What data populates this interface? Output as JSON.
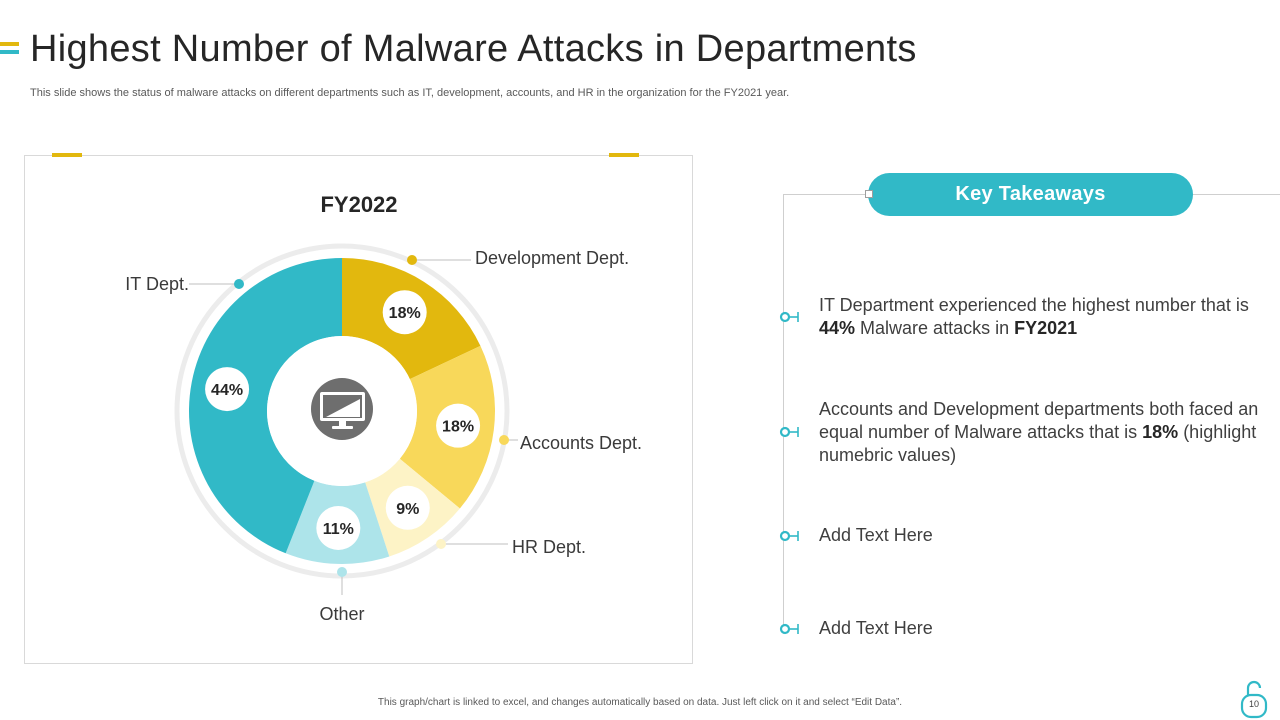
{
  "slide": {
    "title": "Highest Number of Malware Attacks in Departments",
    "subtitle": "This slide shows the status of malware attacks on different departments such as IT, development, accounts, and HR in the organization for the FY2021 year.",
    "footer_note": "This graph/chart is linked to excel, and changes automatically based on data. Just left click on it and select “Edit Data”.",
    "page_number": "10"
  },
  "colors": {
    "teal": "#31b9c7",
    "dark_yellow": "#e2b80e",
    "yellow": "#f8d85a",
    "light_yellow": "#fdf3c6",
    "light_teal": "#ade4ea",
    "gray_icon": "#6e6e6e"
  },
  "icons": {
    "center": "monitor-icon",
    "page": "lock-icon",
    "bullet": "timeline-node-icon"
  },
  "chart_data": {
    "type": "pie",
    "variant": "donut",
    "title": "FY2022",
    "start_angle_deg": 0,
    "direction": "clockwise",
    "slices": [
      {
        "label": "Development Dept.",
        "value": 18,
        "value_label": "18%",
        "color": "#e2b80e"
      },
      {
        "label": "Accounts Dept.",
        "value": 18,
        "value_label": "18%",
        "color": "#f8d85a"
      },
      {
        "label": "HR Dept.",
        "value": 9,
        "value_label": "9%",
        "color": "#fdf3c6"
      },
      {
        "label": "Other",
        "value": 11,
        "value_label": "11%",
        "color": "#ade4ea"
      },
      {
        "label": "IT Dept.",
        "value": 44,
        "value_label": "44%",
        "color": "#31b9c7"
      }
    ]
  },
  "takeaways": {
    "header": "Key Takeaways",
    "items": [
      {
        "parts": [
          {
            "text": "IT Department experienced the highest number that is ",
            "bold": false
          },
          {
            "text": "44%",
            "bold": true
          },
          {
            "text": " Malware attacks in ",
            "bold": false
          },
          {
            "text": "FY2021",
            "bold": true
          }
        ]
      },
      {
        "parts": [
          {
            "text": "Accounts and Development departments both faced an equal number of Malware attacks that is ",
            "bold": false
          },
          {
            "text": "18%",
            "bold": true
          },
          {
            "text": " (highlight numebric values)",
            "bold": false
          }
        ]
      },
      {
        "parts": [
          {
            "text": "Add Text Here",
            "bold": false
          }
        ]
      },
      {
        "parts": [
          {
            "text": "Add Text Here",
            "bold": false
          }
        ]
      }
    ]
  }
}
